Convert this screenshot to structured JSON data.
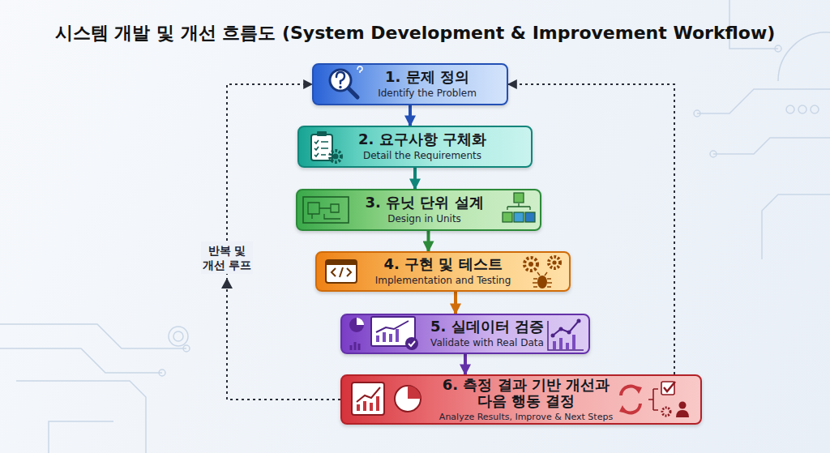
{
  "diagram": {
    "title": "시스템 개발 및 개선 흐름도 (System Development & Improvement Workflow)",
    "nodes": [
      {
        "text": [
          "1. 문제 정의",
          "Identify the Problem"
        ]
      },
      {
        "text": [
          "2. 요구사항 구체화",
          "Detail the Requirements"
        ]
      },
      {
        "text": [
          "3. 유닛 단위 설계",
          "Design in Units"
        ]
      },
      {
        "text": [
          "4. 구현 및 테스트",
          "Implementation and Testing"
        ]
      },
      {
        "text": [
          "5. 실데이터 검증",
          "Validate with Real Data"
        ]
      },
      {
        "text": [
          "6. 측정 결과 기반 개선과 다음 행동 결정",
          "Analyze Results, Improve & Next Steps"
        ]
      }
    ],
    "edges": [
      {
        "from": 0,
        "to": 1,
        "arrow": "to"
      },
      {
        "from": 1,
        "to": 2,
        "arrow": "to"
      },
      {
        "from": 2,
        "to": 3,
        "arrow": "to"
      },
      {
        "from": 3,
        "to": 4,
        "arrow": "to"
      },
      {
        "from": 4,
        "to": 5,
        "arrow": "to"
      },
      {
        "from": 5,
        "to": 0,
        "label": "반복 및 개선 루프",
        "arrow": "to"
      },
      {
        "from": 5,
        "to": 0,
        "arrow": "to"
      }
    ]
  }
}
